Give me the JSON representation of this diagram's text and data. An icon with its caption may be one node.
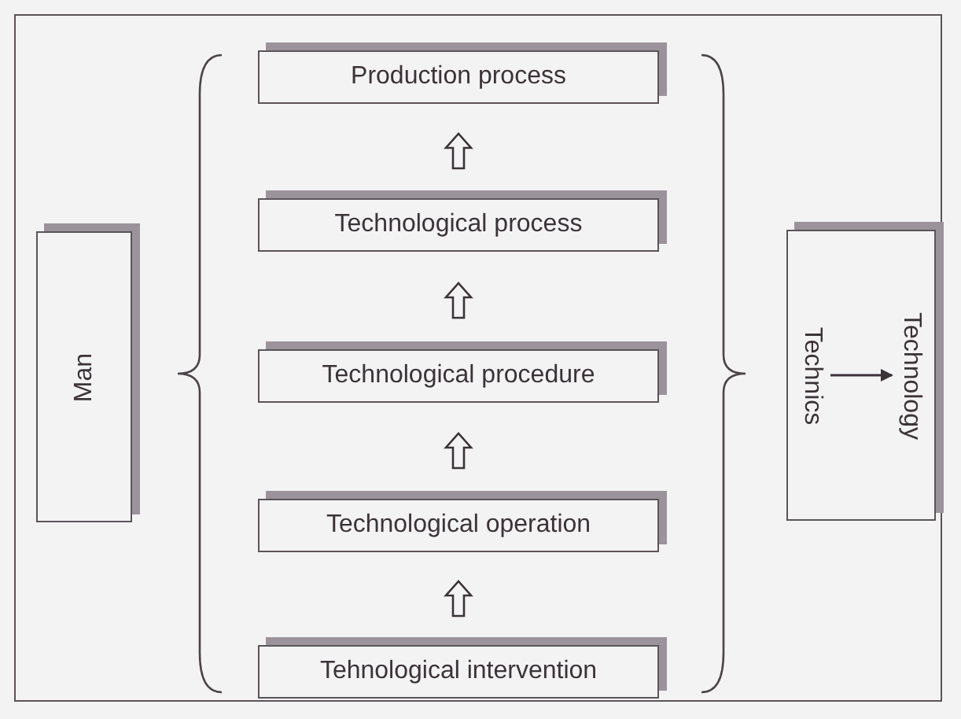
{
  "diagram": {
    "nodes": [
      {
        "text": [
          "Man"
        ]
      },
      {
        "text": [],
        "shape": "box"
      },
      {
        "text": [
          "Technics"
        ],
        "in": 1
      },
      {
        "text": [
          "Technology"
        ],
        "in": 1
      },
      {
        "text": [
          "Production process"
        ]
      },
      {
        "text": [
          "Technological process"
        ]
      },
      {
        "text": [
          "Technological procedure"
        ]
      },
      {
        "text": [
          "Technological operation"
        ]
      },
      {
        "text": [
          "Tehnological intervention"
        ]
      }
    ],
    "edges": [
      {
        "from": 2,
        "to": 3,
        "arrow": "to"
      },
      {
        "from": 8,
        "to": 7,
        "arrow": "to"
      },
      {
        "from": 7,
        "to": 6,
        "arrow": "to"
      },
      {
        "from": 6,
        "to": 5,
        "arrow": "to"
      },
      {
        "from": 5,
        "to": 4,
        "arrow": "to"
      }
    ]
  }
}
